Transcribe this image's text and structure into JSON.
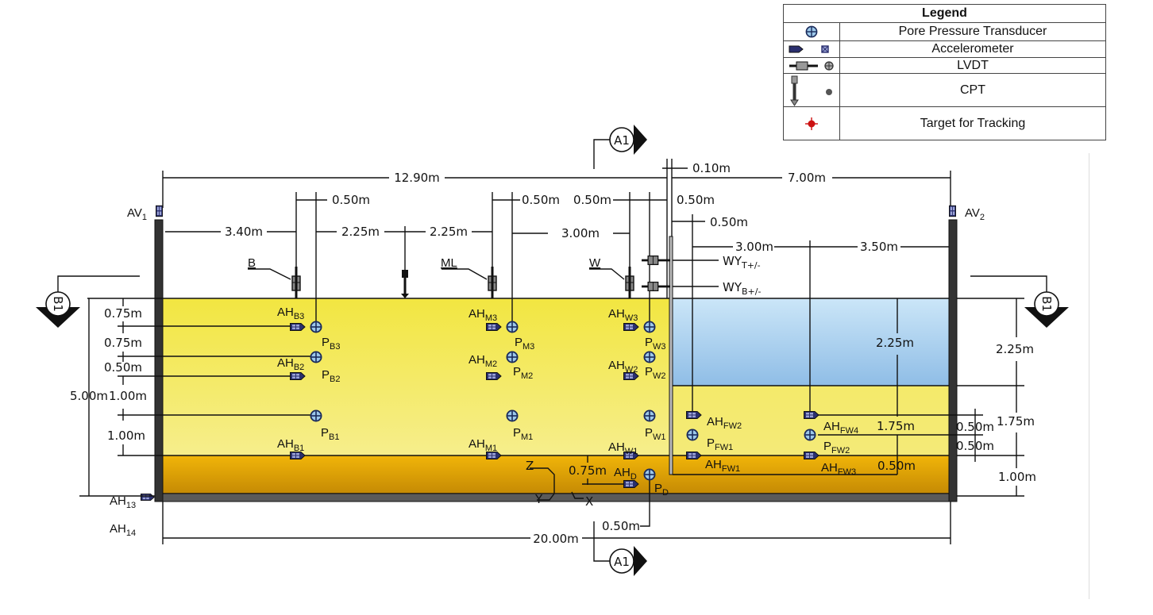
{
  "legend": {
    "title": "Legend",
    "rows": [
      {
        "icon": "pore-pressure-transducer-icon",
        "label": "Pore Pressure Transducer"
      },
      {
        "icon": "accelerometer-icon",
        "label": "Accelerometer"
      },
      {
        "icon": "lvdt-icon",
        "label": "LVDT"
      },
      {
        "icon": "cpt-icon",
        "label": "CPT"
      },
      {
        "icon": "tracking-target-icon",
        "label": "Target for Tracking"
      }
    ]
  },
  "colors": {
    "soil_upper": "#f3e84f",
    "soil_lower": "#d99a06",
    "water": "#a9d0ee",
    "wall": "#555555",
    "sensor": "#2a2f6e",
    "ppt_fill": "#9cc8ea",
    "target": "#cc1111"
  },
  "section_markers": {
    "top": "A1",
    "bottom": "A1",
    "left": "B1",
    "right": "B1"
  },
  "top_dimensions": {
    "d_12_90": "12.90m",
    "d_0_10": "0.10m",
    "d_7_00": "7.00m",
    "d_0_50_b": "0.50m",
    "d_0_50_m": "0.50m",
    "d_0_50_w": "0.50m",
    "d_0_50_wall": "0.50m",
    "d_0_50_fw": "0.50m",
    "d_3_40": "3.40m",
    "d_2_25_a": "2.25m",
    "d_2_25_b": "2.25m",
    "d_3_00_a": "3.00m",
    "d_3_00_b": "3.00m",
    "d_3_50": "3.50m"
  },
  "left_dimensions": {
    "d1": "0.75m",
    "d2": "0.75m",
    "d3": "0.50m",
    "d4": "1.00m",
    "d5": "1.00m",
    "total": "5.00m"
  },
  "right_dimensions": {
    "water": "2.25m",
    "soil_upper": "1.75m",
    "soil_lower": "1.00m",
    "inner_0_50_a": "0.50m",
    "inner_0_50_b": "0.50m",
    "inner_water": "2.25m",
    "inner_1_75": "1.75m",
    "inner_0_50": "0.50m"
  },
  "bottom_dimensions": {
    "total": "20.00m",
    "d_0_50": "0.50m",
    "d_0_75": "0.75m"
  },
  "cpt_labels": {
    "b": "B",
    "ml": "ML",
    "w": "W"
  },
  "lvdt_labels": {
    "wy_t": {
      "main": "WY",
      "sub": "T+/-"
    },
    "wy_b": {
      "main": "WY",
      "sub": "B+/-"
    }
  },
  "vertical_accelerometers": {
    "av1": {
      "main": "AV",
      "sub": "1"
    },
    "av2": {
      "main": "AV",
      "sub": "2"
    }
  },
  "base_accelerometers": {
    "ah13": {
      "main": "AH",
      "sub": "13"
    },
    "ah14": {
      "main": "AH",
      "sub": "14"
    }
  },
  "accelerometers": [
    {
      "main": "AH",
      "sub": "B3"
    },
    {
      "main": "AH",
      "sub": "B2"
    },
    {
      "main": "AH",
      "sub": "B1"
    },
    {
      "main": "AH",
      "sub": "M3"
    },
    {
      "main": "AH",
      "sub": "M2"
    },
    {
      "main": "AH",
      "sub": "M1"
    },
    {
      "main": "AH",
      "sub": "W3"
    },
    {
      "main": "AH",
      "sub": "W2"
    },
    {
      "main": "AH",
      "sub": "W1"
    },
    {
      "main": "AH",
      "sub": "D"
    },
    {
      "main": "AH",
      "sub": "FW2"
    },
    {
      "main": "AH",
      "sub": "FW1"
    },
    {
      "main": "AH",
      "sub": "FW4"
    },
    {
      "main": "AH",
      "sub": "FW3"
    }
  ],
  "pore_pressure": [
    {
      "main": "P",
      "sub": "B3"
    },
    {
      "main": "P",
      "sub": "B2"
    },
    {
      "main": "P",
      "sub": "B1"
    },
    {
      "main": "P",
      "sub": "M3"
    },
    {
      "main": "P",
      "sub": "M2"
    },
    {
      "main": "P",
      "sub": "M1"
    },
    {
      "main": "P",
      "sub": "W3"
    },
    {
      "main": "P",
      "sub": "W2"
    },
    {
      "main": "P",
      "sub": "W1"
    },
    {
      "main": "P",
      "sub": "D"
    },
    {
      "main": "P",
      "sub": "FW1"
    },
    {
      "main": "P",
      "sub": "FW2"
    }
  ],
  "axes": {
    "z": "Z",
    "y": "Y",
    "x": "X"
  }
}
